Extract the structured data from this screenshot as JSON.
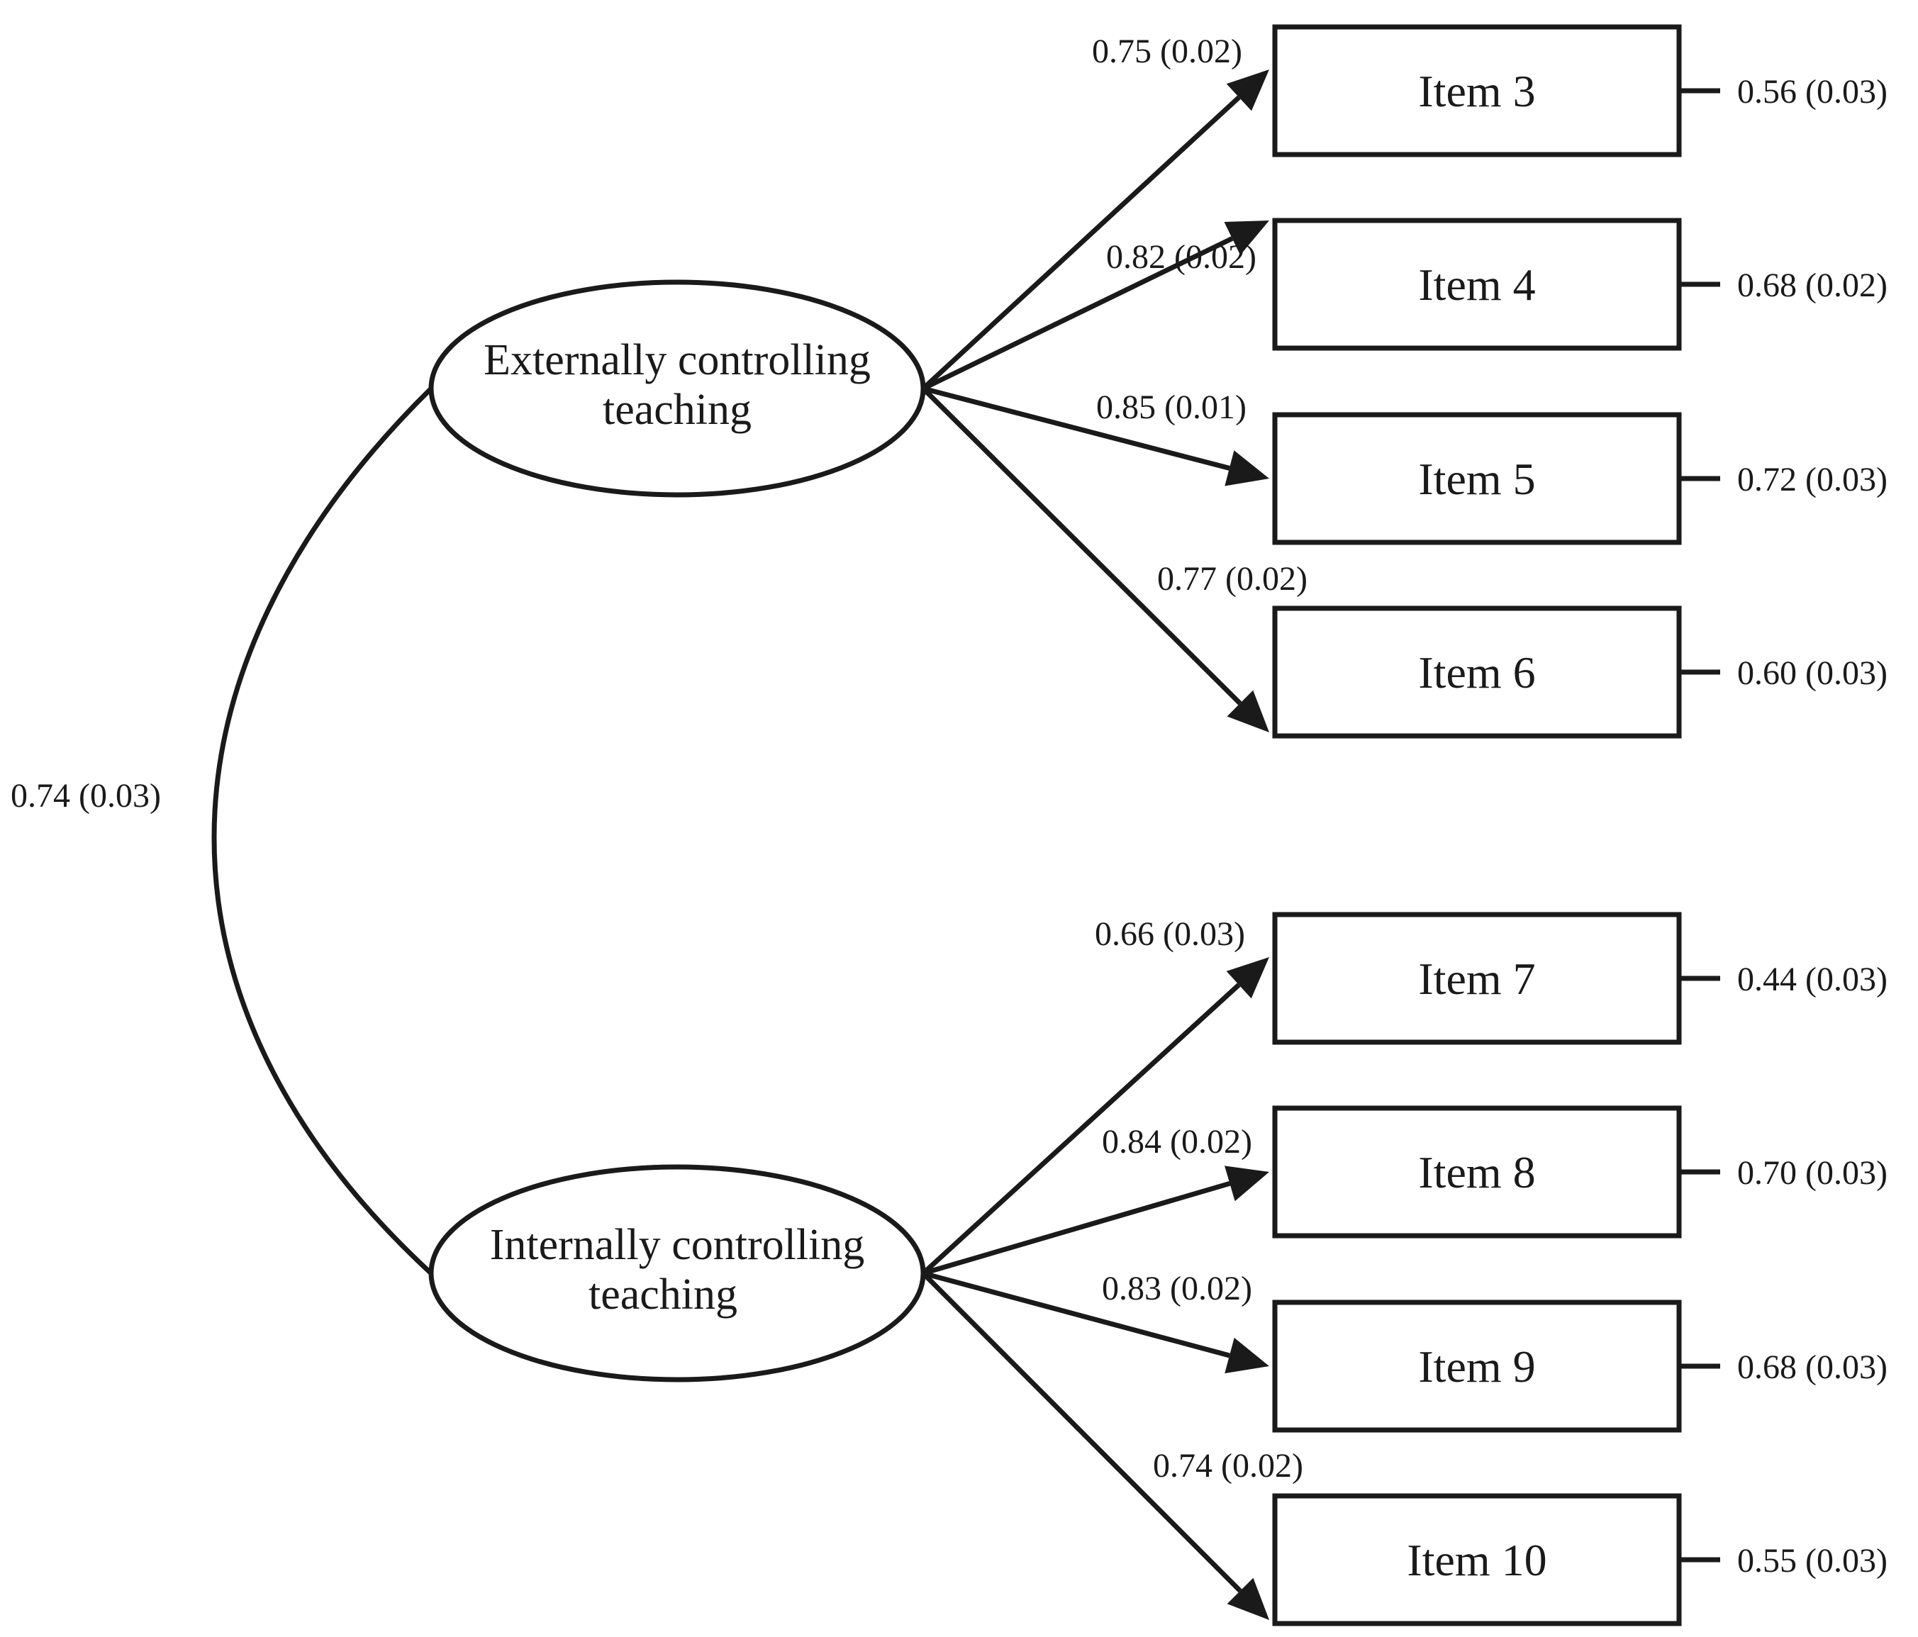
{
  "latents": [
    {
      "id": "ect",
      "label_line1": "Externally controlling",
      "label_line2": "teaching"
    },
    {
      "id": "ict",
      "label_line1": "Internally controlling",
      "label_line2": "teaching"
    }
  ],
  "correlation": {
    "from": "ect",
    "to": "ict",
    "label": "0.74 (0.03)"
  },
  "items": [
    {
      "label": "Item 3",
      "factor": "ect",
      "loading": "0.75 (0.02)",
      "residual": "0.56 (0.03)"
    },
    {
      "label": "Item 4",
      "factor": "ect",
      "loading": "0.82 (0.02)",
      "residual": "0.68 (0.02)"
    },
    {
      "label": "Item 5",
      "factor": "ect",
      "loading": "0.85 (0.01)",
      "residual": "0.72 (0.03)"
    },
    {
      "label": "Item 6",
      "factor": "ect",
      "loading": "0.77 (0.02)",
      "residual": "0.60 (0.03)"
    },
    {
      "label": "Item 7",
      "factor": "ict",
      "loading": "0.66 (0.03)",
      "residual": "0.44 (0.03)"
    },
    {
      "label": "Item 8",
      "factor": "ict",
      "loading": "0.84 (0.02)",
      "residual": "0.70 (0.03)"
    },
    {
      "label": "Item 9",
      "factor": "ict",
      "loading": "0.83 (0.02)",
      "residual": "0.68 (0.03)"
    },
    {
      "label": "Item 10",
      "factor": "ict",
      "loading": "0.74 (0.02)",
      "residual": "0.55 (0.03)"
    }
  ]
}
